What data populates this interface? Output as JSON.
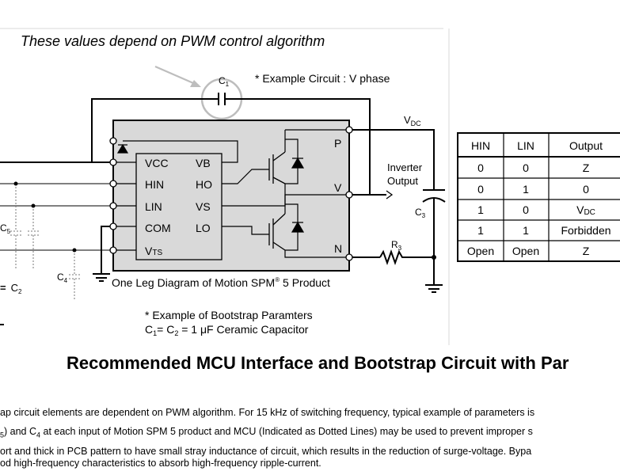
{
  "figure": {
    "top_note": "These values depend on PWM control algorithm",
    "c1_label": "C",
    "c1_sub": "1",
    "example_circuit": "*  Example Circuit : V phase",
    "vdc_main": "V",
    "vdc_sub": "DC",
    "pin_p": "P",
    "pin_v": "V",
    "pin_n": "N",
    "ic_pins_left": [
      "VCC",
      "HIN",
      "LIN",
      "COM",
      "V"
    ],
    "vts_sub": "TS",
    "ic_pins_right": [
      "VB",
      "HO",
      "VS",
      "LO"
    ],
    "inverter_output_line1": "Inverter",
    "inverter_output_line2": "Output",
    "c3_label": "C",
    "c3_sub": "3",
    "r3_label": "R",
    "r3_sub": "3",
    "c5_label": "C",
    "c5_sub": "5",
    "c4_label": "C",
    "c4_sub": "4",
    "c2_label": "C",
    "c2_sub": "2",
    "c2_prefix": "=",
    "caption": "One Leg Diagram of Motion  SPM",
    "caption_reg": "®",
    "caption_end": " 5 Product",
    "bootstrap_note": "*  Example of Bootstrap Paramters",
    "bootstrap_values": {
      "c1": "C",
      "c1_sub": "1",
      "eq1": "=  C",
      "c2_sub": "2",
      "rest": " = 1 μF Ceramic Capacitor"
    }
  },
  "truth_table": {
    "headers": [
      "HIN",
      "LIN",
      "Output"
    ],
    "rows": [
      [
        "0",
        "0",
        "Z"
      ],
      [
        "0",
        "1",
        "0"
      ],
      [
        "1",
        "0",
        "V"
      ],
      [
        "1",
        "1",
        "Forbidden"
      ],
      [
        "Open",
        "Open",
        "Z"
      ]
    ],
    "vdc_sub": "DC"
  },
  "section_title": "Recommended MCU Interface and Bootstrap Circuit with Par",
  "notes": {
    "line1": "ap circuit elements are dependent on PWM algorithm. For 15 kHz of switching frequency, typical example of parameters is",
    "line2_a": "5",
    "line2_b": ") and C",
    "line2_c": "4",
    "line2_d": " at each input of Motion SPM 5 product and MCU (Indicated as Dotted Lines) may be used to prevent improper s",
    "line3": "ort and thick in PCB pattern to have small stray inductance of circuit, which results in the reduction of surge-voltage. Bypa",
    "line4": "od high-frequency characteristics to absorb high-frequency ripple-current."
  }
}
